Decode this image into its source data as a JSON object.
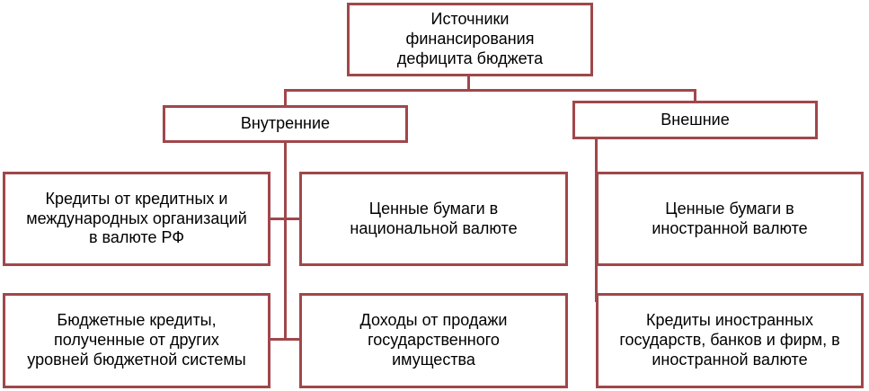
{
  "root": {
    "lines": [
      "Источники",
      "финансирования",
      "дефицита бюджета"
    ]
  },
  "internal": {
    "label": "Внутренние",
    "items": [
      {
        "lines": [
          "Кредиты от кредитных  и",
          "международных  организаций",
          "в валюте РФ"
        ]
      },
      {
        "lines": [
          "Ценные бумаги в",
          "национальной  валюте"
        ]
      },
      {
        "lines": [
          "Бюджетные кредиты,",
          "полученные  от других",
          "уровней бюджетной системы"
        ]
      },
      {
        "lines": [
          "Доходы от продажи",
          "государственного",
          "имущества"
        ]
      }
    ]
  },
  "external": {
    "label": "Внешние",
    "items": [
      {
        "lines": [
          "Ценные бумаги в",
          "иностранной валюте"
        ]
      },
      {
        "lines": [
          "Кредиты иностранных",
          "государств, банков и фирм,  в",
          "иностранной валюте"
        ]
      }
    ]
  },
  "colors": {
    "border": "#a0474b",
    "background": "#ffffff",
    "text": "#000000"
  }
}
